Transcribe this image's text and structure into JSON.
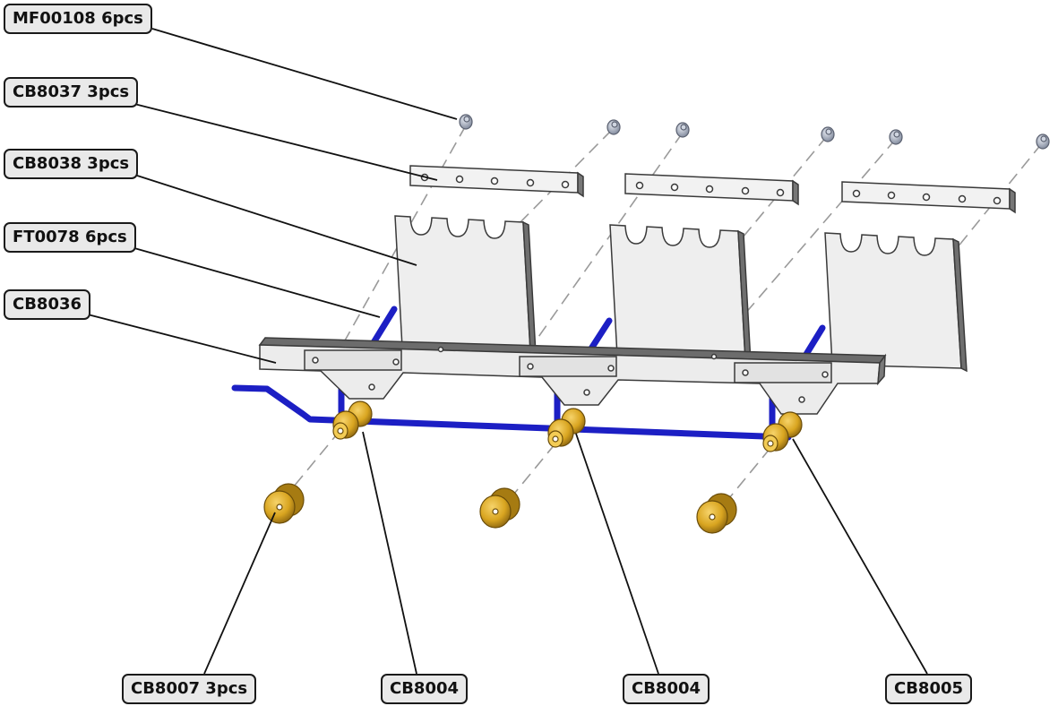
{
  "labels": {
    "mf00108": "MF00108 6pcs",
    "cb8037": "CB8037 3pcs",
    "cb8038": "CB8038 3pcs",
    "ft0078": "FT0078 6pcs",
    "cb8036": "CB8036",
    "cb8007": "CB8007 3pcs",
    "cb8004_a": "CB8004",
    "cb8004_b": "CB8004",
    "cb8005": "CB8005"
  },
  "colors": {
    "label_fill": "#e9e9e9",
    "panel_fill": "#eeeeee",
    "rail_blue": "#1c1fc4",
    "brass": "#d9a520",
    "screw": "#9aa3b4"
  }
}
